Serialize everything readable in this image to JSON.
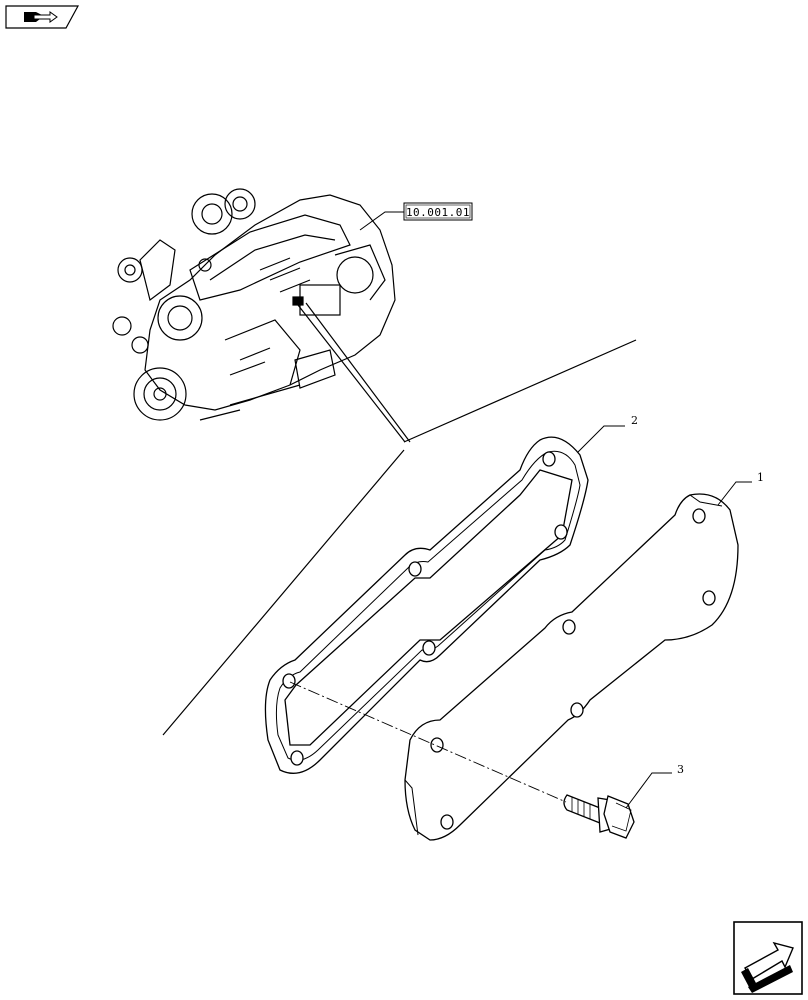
{
  "nav": {
    "prev_icon": "book-arrow-icon",
    "next_icon": "next-page-arrow-icon"
  },
  "reference": {
    "code": "10.001.01"
  },
  "callouts": {
    "part1": "1",
    "part2": "2",
    "part3": "3"
  },
  "colors": {
    "line": "#000000",
    "background": "#ffffff"
  }
}
